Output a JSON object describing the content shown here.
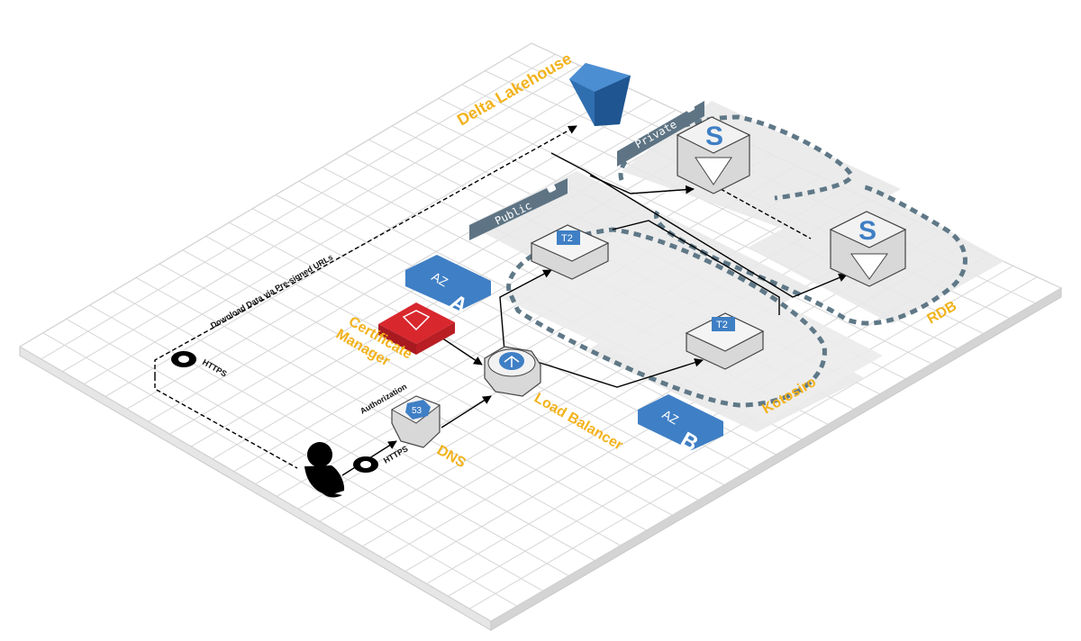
{
  "labels": {
    "delta_lakehouse": "Delta Lakehouse",
    "certificate_manager_line1": "Certificate",
    "certificate_manager_line2": "Manager",
    "load_balancer": "Load Balancer",
    "dns": "DNS",
    "kotosiro": "Kotosiro",
    "rdb": "RDB"
  },
  "annotations": {
    "download": "Download Data via Pre-signed URLs",
    "https_top": "HTTPS",
    "https_bottom": "HTTPS",
    "authorization": "Authorization"
  },
  "subnets": {
    "public": "Public",
    "private": "Private"
  },
  "zones": {
    "az_a": {
      "prefix": "AZ",
      "letter": "A"
    },
    "az_b": {
      "prefix": "AZ",
      "letter": "B"
    }
  },
  "icons": {
    "t2_a": "T2",
    "t2_b": "T2",
    "dns": "53",
    "rds_a": "S",
    "rds_b": "S"
  },
  "colors": {
    "label": "#f2b21b",
    "aws_blue": "#3f7fc5",
    "subnet_tab": "#5e7484",
    "cert_red": "#d9272e",
    "grid": "#d6d6d6",
    "dash": "#5f7887"
  }
}
